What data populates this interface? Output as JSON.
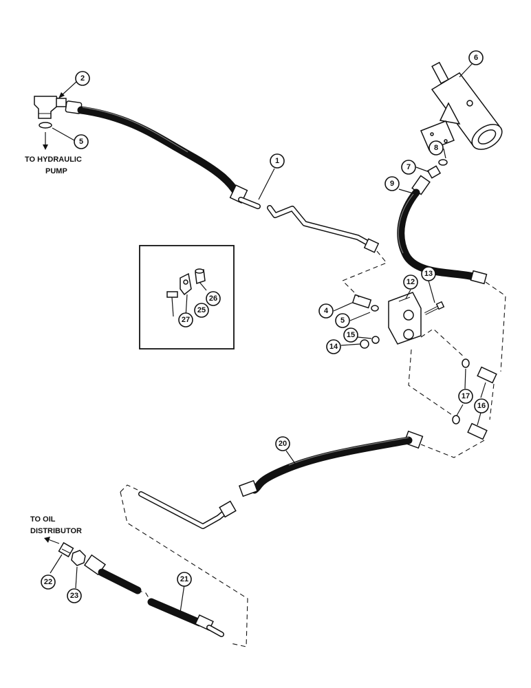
{
  "notes": {
    "hydraulic_pump_line1": "TO HYDRAULIC",
    "hydraulic_pump_line2": "PUMP",
    "oil_distributor_line1": "TO OIL",
    "oil_distributor_line2": "DISTRIBUTOR"
  },
  "callouts": {
    "c1": "1",
    "c2": "2",
    "c5a": "5",
    "c6": "6",
    "c7": "7",
    "c8": "8",
    "c9": "9",
    "c4": "4",
    "c5b": "5",
    "c12": "12",
    "c13": "13",
    "c14": "14",
    "c15": "15",
    "c16": "16",
    "c17": "17",
    "c20": "20",
    "c21": "21",
    "c22": "22",
    "c23": "23",
    "c25": "25",
    "c26": "26",
    "c27": "27"
  }
}
